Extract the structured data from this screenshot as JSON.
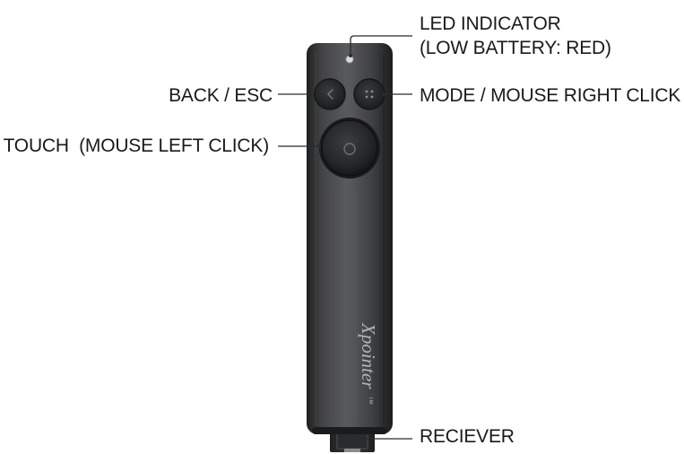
{
  "labels": {
    "led": "LED INDICATOR",
    "led_sub": "(LOW BATTERY: RED)",
    "back": "BACK / ESC",
    "mode": "MODE / MOUSE RIGHT CLICK",
    "touch": "TOUCH  (MOUSE LEFT CLICK)",
    "receiver": "RECIEVER"
  },
  "brand": {
    "logo_text": "Xpointer",
    "tm": "TM"
  },
  "colors": {
    "body": "#3b3c3e",
    "body_dark": "#232426",
    "button": "#2a2b2d",
    "leader": "#2b2b2b",
    "text": "#1a1a1a"
  }
}
